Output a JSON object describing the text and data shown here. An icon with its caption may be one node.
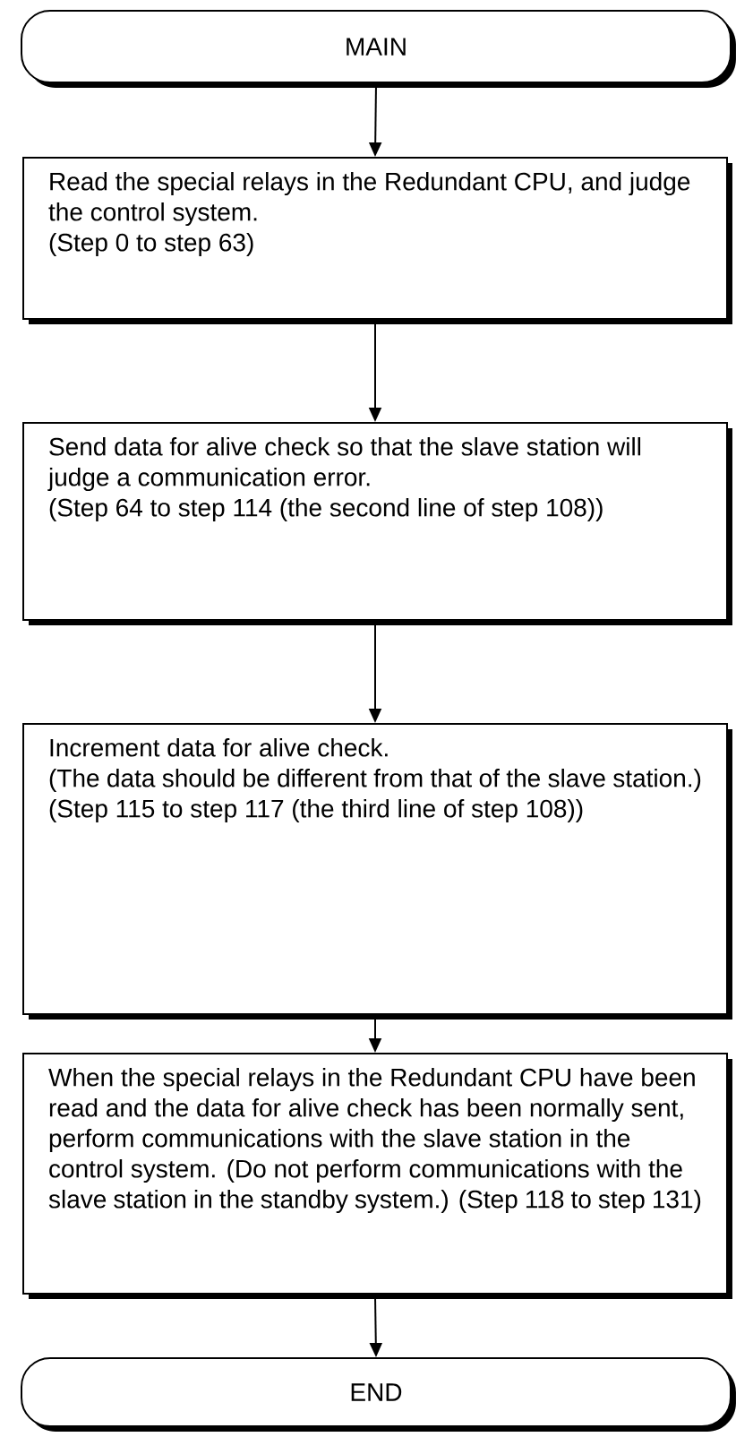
{
  "diagram": {
    "nodes": [
      {
        "text": [
          "MAIN"
        ]
      },
      {
        "text": [
          "Read the special relays in the Redundant CPU, and judge the control system.",
          "(Step 0 to step 63)"
        ]
      },
      {
        "text": [
          "Send data for alive check so that the slave station will judge a communication error.",
          "(Step 64 to step 114 (the second line of step 108))"
        ]
      },
      {
        "text": [
          "Increment data for alive check.",
          "(The data should be different from that of the slave station.)",
          "(Step 115 to step 117 (the third line of step 108))"
        ]
      },
      {
        "text": [
          "When the special relays in the Redundant CPU have been read and the data for alive check has been normally sent, perform communications with the slave station in the control system. (Do not perform communications with the slave station in the standby system.) (Step 118 to step 131)"
        ]
      },
      {
        "text": [
          "END"
        ]
      }
    ],
    "edges": [
      {
        "from": 0,
        "to": 1,
        "arrow": "to"
      },
      {
        "from": 1,
        "to": 2,
        "arrow": "to"
      },
      {
        "from": 2,
        "to": 3,
        "arrow": "to"
      },
      {
        "from": 3,
        "to": 4,
        "arrow": "to"
      },
      {
        "from": 4,
        "to": 5,
        "arrow": "to"
      }
    ]
  }
}
